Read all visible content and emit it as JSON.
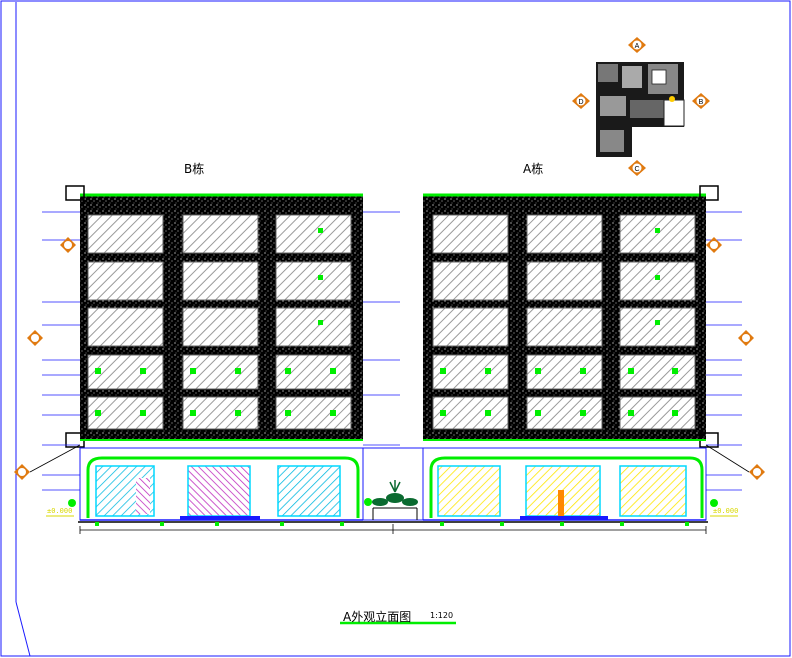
{
  "drawing": {
    "building_b_label": "B栋",
    "building_a_label": "A栋",
    "title": "A外观立面图",
    "scale": "1:120",
    "level_left": "±0.000",
    "level_right": "±0.000"
  },
  "key_plan": {
    "markers": [
      "A",
      "B",
      "C",
      "D"
    ]
  },
  "colors": {
    "frame": "#1a1aff",
    "facade_green": "#00ee00",
    "stone_texture": "#000000",
    "window_gray": "#8a8a8a",
    "storefront_cyan": "#00d8ff",
    "storefront_yellow": "#ffee00",
    "storefront_magenta": "#cc33cc",
    "marker_orange": "#e07a10"
  }
}
